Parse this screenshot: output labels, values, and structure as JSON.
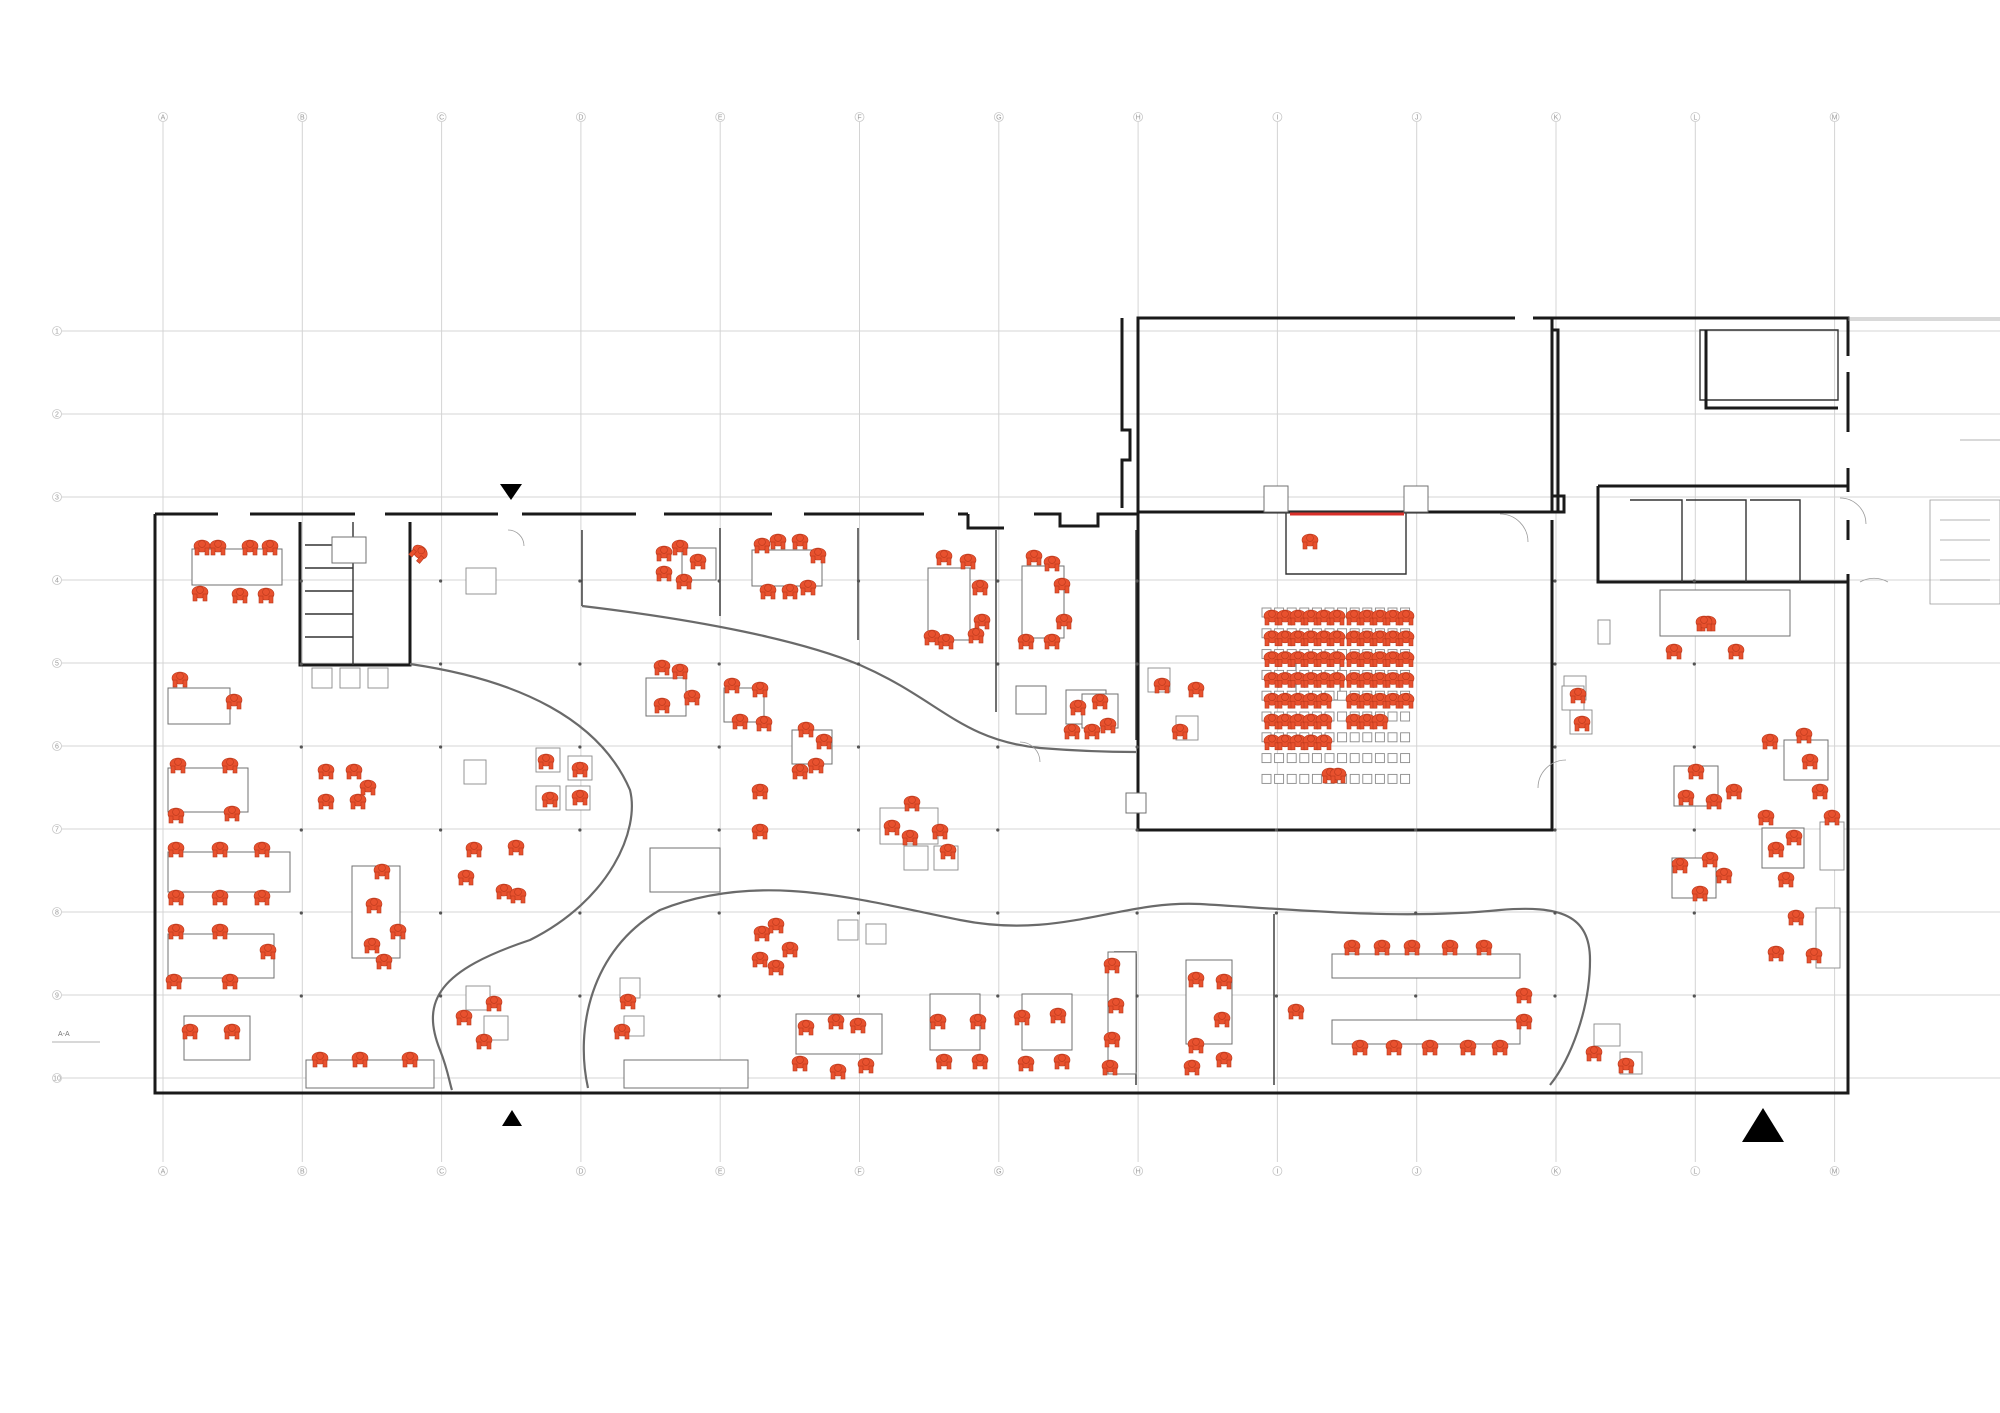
{
  "drawing": {
    "grid_columns": [
      "A",
      "B",
      "C",
      "D",
      "E",
      "F",
      "G",
      "H",
      "I",
      "J",
      "K",
      "L",
      "M"
    ],
    "grid_rows": [
      "1",
      "2",
      "3",
      "4",
      "5",
      "6",
      "7",
      "8",
      "9",
      "10"
    ],
    "section_marker": "A-A"
  },
  "colors": {
    "occupant": "#e8512e",
    "wall": "#1a1a1a",
    "grid": "#d4d4d4",
    "screen_accent": "#d9302a"
  },
  "icons": {
    "entrance_markers": [
      "entrance-arrow-top",
      "entrance-arrow-bottom",
      "main-entrance-arrow"
    ]
  }
}
